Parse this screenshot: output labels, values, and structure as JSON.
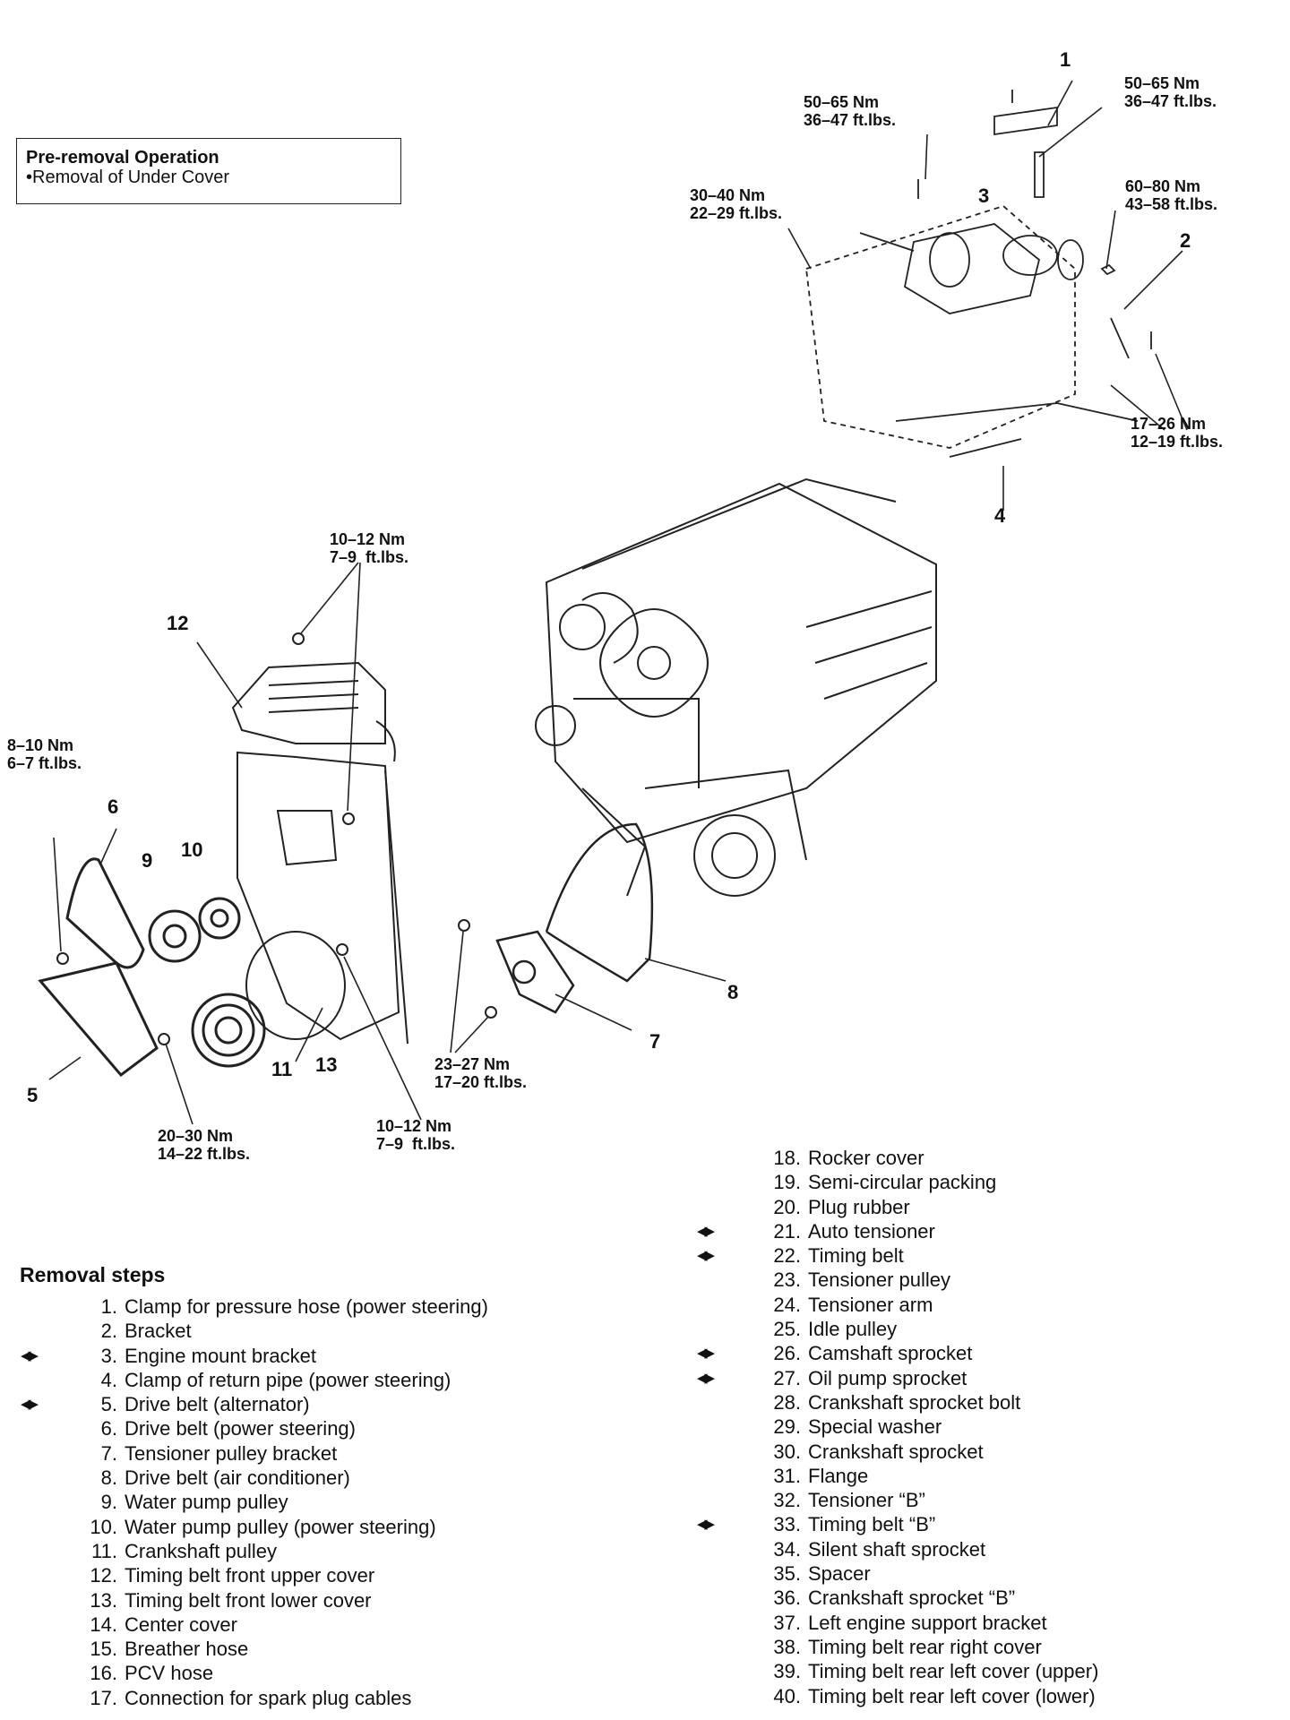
{
  "pre_removal": {
    "title": "Pre-removal Operation",
    "item": "•Removal of Under Cover"
  },
  "callouts": [
    "1",
    "2",
    "3",
    "4",
    "5",
    "6",
    "7",
    "8",
    "9",
    "10",
    "11",
    "12",
    "13"
  ],
  "torques": {
    "t1": "50–65 Nm\n36–47 ft.lbs.",
    "t2": "50–65 Nm\n36–47 ft.lbs.",
    "t3": "30–40 Nm\n22–29 ft.lbs.",
    "t4": "60–80 Nm\n43–58 ft.lbs.",
    "t5": "17–26 Nm\n12–19 ft.lbs.",
    "t6": "10–12 Nm\n7–9  ft.lbs.",
    "t7": "8–10 Nm\n6–7 ft.lbs.",
    "t8": "23–27 Nm\n17–20 ft.lbs.",
    "t9": "20–30 Nm\n14–22 ft.lbs.",
    "t10": "10–12 Nm\n7–9  ft.lbs."
  },
  "removal_steps_title": "Removal steps",
  "removal_steps_left": [
    {
      "num": "1.",
      "text": "Clamp for pressure hose (power steering)",
      "mark": false
    },
    {
      "num": "2.",
      "text": "Bracket",
      "mark": false
    },
    {
      "num": "3.",
      "text": "Engine mount bracket",
      "mark": true
    },
    {
      "num": "4.",
      "text": "Clamp of return pipe (power steering)",
      "mark": false
    },
    {
      "num": "5.",
      "text": "Drive belt (alternator)",
      "mark": true
    },
    {
      "num": "6.",
      "text": "Drive belt (power steering)",
      "mark": false
    },
    {
      "num": "7.",
      "text": "Tensioner pulley bracket",
      "mark": false
    },
    {
      "num": "8.",
      "text": "Drive belt (air conditioner)",
      "mark": false
    },
    {
      "num": "9.",
      "text": "Water pump pulley",
      "mark": false
    },
    {
      "num": "10.",
      "text": "Water pump pulley (power steering)",
      "mark": false
    },
    {
      "num": "11.",
      "text": "Crankshaft pulley",
      "mark": false
    },
    {
      "num": "12.",
      "text": "Timing belt front upper cover",
      "mark": false
    },
    {
      "num": "13.",
      "text": "Timing belt front lower cover",
      "mark": false
    },
    {
      "num": "14.",
      "text": "Center cover",
      "mark": false
    },
    {
      "num": "15.",
      "text": "Breather hose",
      "mark": false
    },
    {
      "num": "16.",
      "text": "PCV hose",
      "mark": false
    },
    {
      "num": "17.",
      "text": "Connection for spark plug cables",
      "mark": false
    }
  ],
  "removal_steps_right": [
    {
      "num": "18.",
      "text": "Rocker cover",
      "mark": false
    },
    {
      "num": "19.",
      "text": "Semi-circular packing",
      "mark": false
    },
    {
      "num": "20.",
      "text": "Plug rubber",
      "mark": false
    },
    {
      "num": "21.",
      "text": "Auto tensioner",
      "mark": true
    },
    {
      "num": "22.",
      "text": "Timing belt",
      "mark": true
    },
    {
      "num": "23.",
      "text": "Tensioner pulley",
      "mark": false
    },
    {
      "num": "24.",
      "text": "Tensioner arm",
      "mark": false
    },
    {
      "num": "25.",
      "text": "Idle pulley",
      "mark": false
    },
    {
      "num": "26.",
      "text": "Camshaft sprocket",
      "mark": true
    },
    {
      "num": "27.",
      "text": "Oil pump sprocket",
      "mark": true
    },
    {
      "num": "28.",
      "text": "Crankshaft sprocket bolt",
      "mark": false
    },
    {
      "num": "29.",
      "text": "Special washer",
      "mark": false
    },
    {
      "num": "30.",
      "text": "Crankshaft sprocket",
      "mark": false
    },
    {
      "num": "31.",
      "text": "Flange",
      "mark": false
    },
    {
      "num": "32.",
      "text": "Tensioner “B”",
      "mark": false
    },
    {
      "num": "33.",
      "text": "Timing belt “B”",
      "mark": true
    },
    {
      "num": "34.",
      "text": "Silent shaft sprocket",
      "mark": false
    },
    {
      "num": "35.",
      "text": "Spacer",
      "mark": false
    },
    {
      "num": "36.",
      "text": "Crankshaft sprocket “B”",
      "mark": false
    },
    {
      "num": "37.",
      "text": "Left engine support bracket",
      "mark": false
    },
    {
      "num": "38.",
      "text": "Timing belt rear right cover",
      "mark": false
    },
    {
      "num": "39.",
      "text": "Timing belt rear left cover (upper)",
      "mark": false
    },
    {
      "num": "40.",
      "text": "Timing belt rear left cover (lower)",
      "mark": false
    }
  ],
  "mark_glyph": "◀▶"
}
